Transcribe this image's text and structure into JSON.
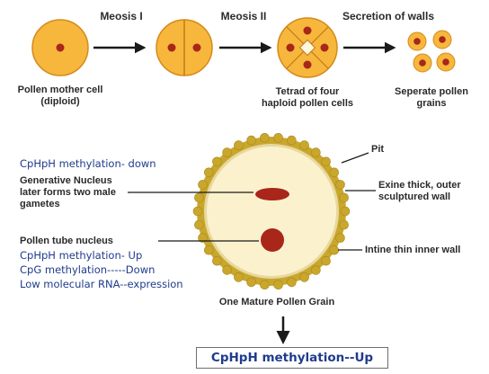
{
  "stages": {
    "meiosis1": "Meosis I",
    "meiosis2": "Meosis II",
    "secretion": "Secretion of walls"
  },
  "cells": {
    "mother_line1": "Pollen mother cell",
    "mother_line2": "(diploid)",
    "tetrad_line1": "Tetrad of four",
    "tetrad_line2": "haploid pollen cells",
    "separate_line1": "Seperate pollen",
    "separate_line2": "grains"
  },
  "grain": {
    "pit": "Pit",
    "generative_line1": "Generative Nucleus",
    "generative_line2": "later forms two male",
    "generative_line3": "gametes",
    "tube_nucleus": "Pollen tube nucleus",
    "exine_line1": "Exine thick, outer",
    "exine_line2": "sculptured wall",
    "intine": "Intine thin inner wall",
    "caption": "One Mature Pollen Grain"
  },
  "notes": {
    "generative_methylation": "CpHpH methylation- down",
    "tube_methylation_1": "CpHpH methylation- Up",
    "tube_methylation_2": "CpG methylation-----Down",
    "tube_rna": "Low molecular RNA--expression"
  },
  "result": {
    "label": "CpHpH methylation--Up"
  },
  "colors": {
    "cell_fill": "#f6b73c",
    "cell_stroke": "#d58a1c",
    "nucleus": "#a8261a",
    "grain_inner": "#fbf2cd",
    "exine": "#c9a72c",
    "note_blue": "#1f3c8c"
  }
}
